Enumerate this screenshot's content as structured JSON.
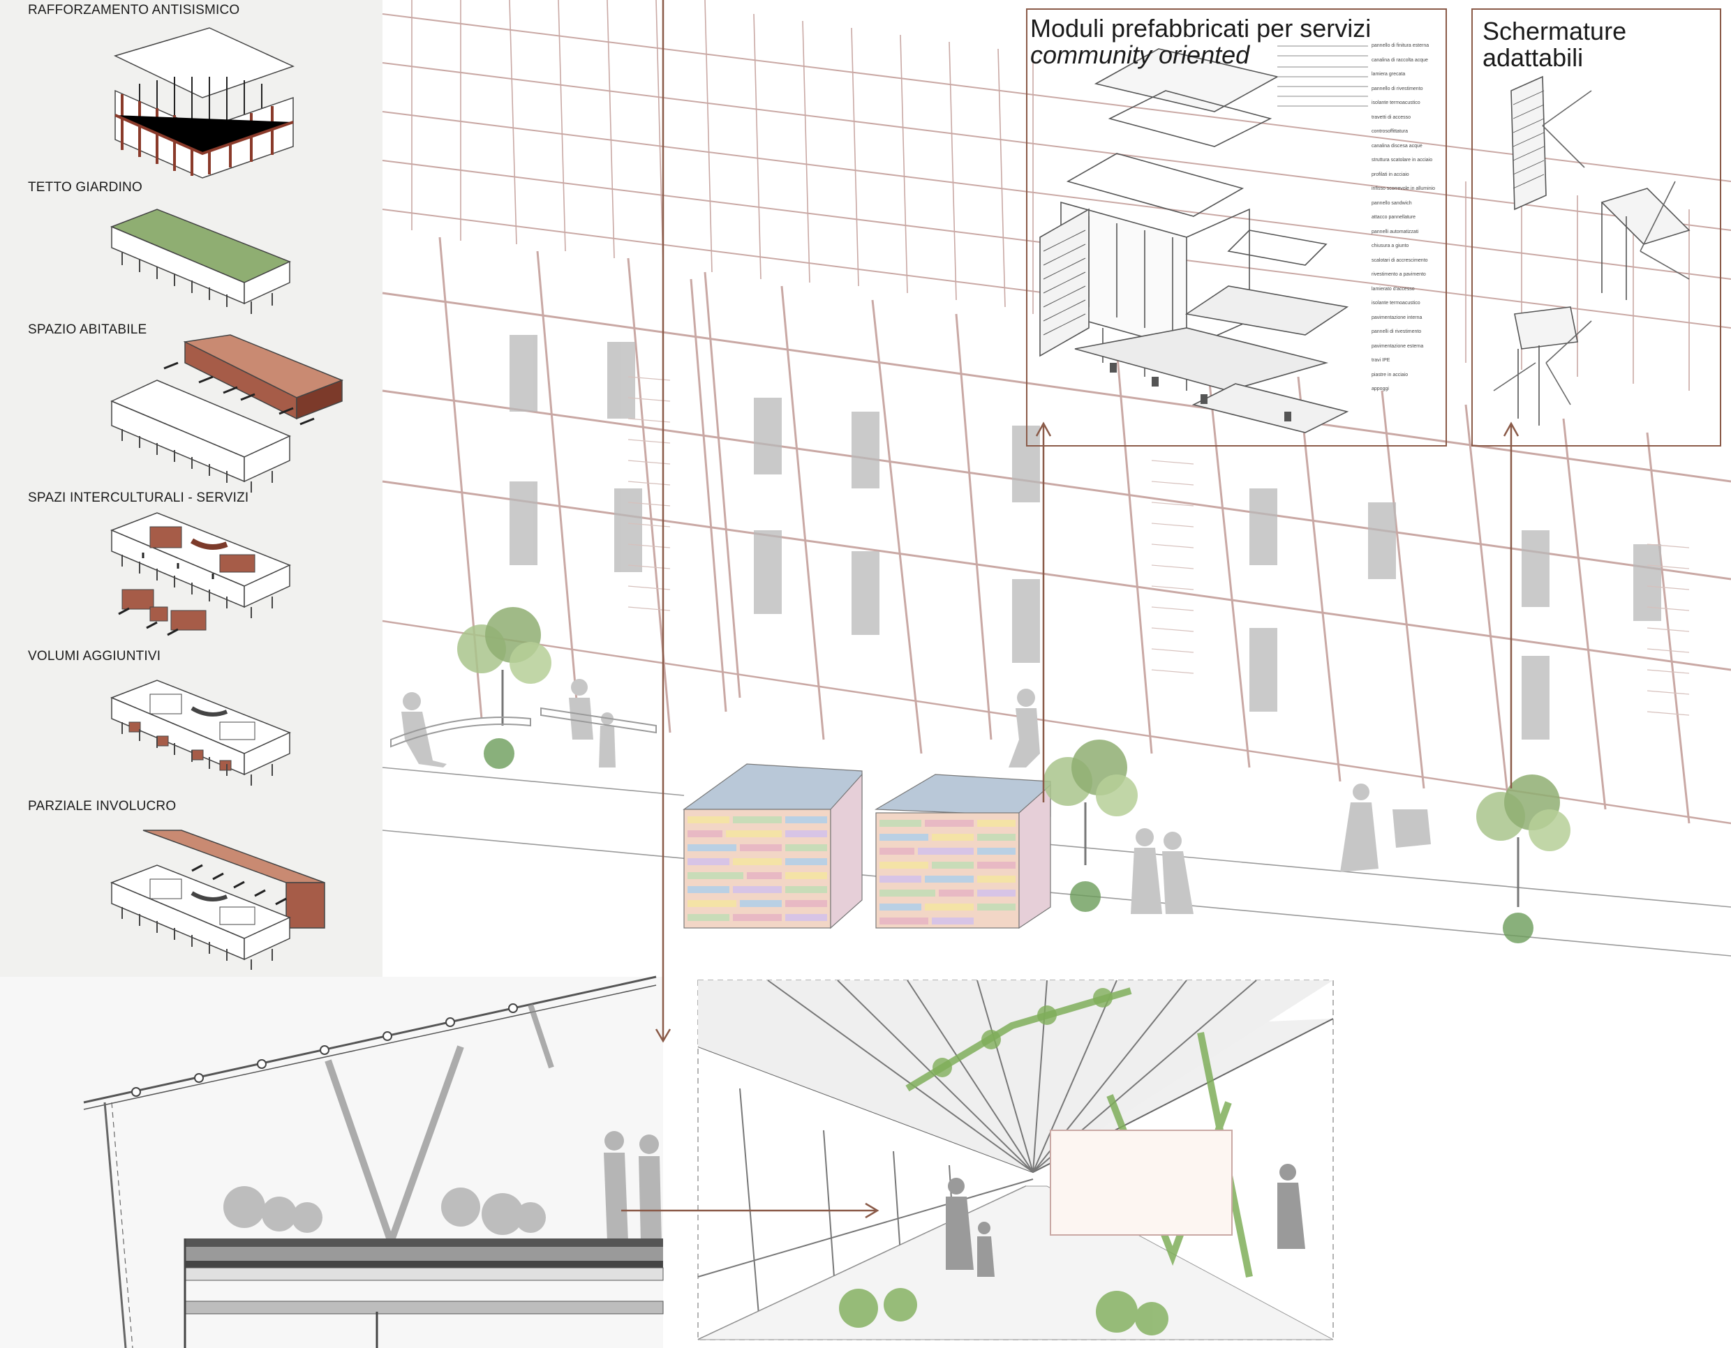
{
  "steps": [
    {
      "label": "RAFFORZAMENTO ANTISISMICO"
    },
    {
      "label": "TETTO GIARDINO"
    },
    {
      "label": "SPAZIO ABITABILE"
    },
    {
      "label": "SPAZI INTERCULTURALI - SERVIZI"
    },
    {
      "label": "VOLUMI AGGIUNTIVI"
    },
    {
      "label": "PARZIALE INVOLUCRO"
    }
  ],
  "module_panel": {
    "title_line1": "Moduli prefabbricati per servizi",
    "title_line2": "community oriented",
    "callouts": [
      "pannello di finitura esterna",
      "canalina di raccolta acque",
      "lamiera grecata",
      "pannello di rivestimento",
      "isolante termoacustico",
      "travetti di accesso",
      "controsoffittatura",
      "canalina discesa acque",
      "struttura scatolare in acciaio",
      "profilati in acciaio",
      "infisso scorrevole in alluminio",
      "pannello sandwich",
      "attacco pannellature",
      "pannelli automatizzati",
      "chiusura a giunto",
      "scalotari di accrescimento",
      "rivestimento a pavimento",
      "lamierato d'accesso",
      "isolante termoacustico",
      "pavimentazione interna",
      "pannelli di rivestimento",
      "pavimentazione esterna",
      "travi IPE",
      "piastre in acciaio",
      "appoggi"
    ]
  },
  "shading_panel": {
    "title_line1": "Schermature",
    "title_line2": "adattabili"
  },
  "colors": {
    "accent": "#8a5a48",
    "brick": "#a65c48",
    "green_roof": "#8fae72",
    "structure": "#c9a8a4",
    "sky_panel": "#f2f2f0"
  }
}
